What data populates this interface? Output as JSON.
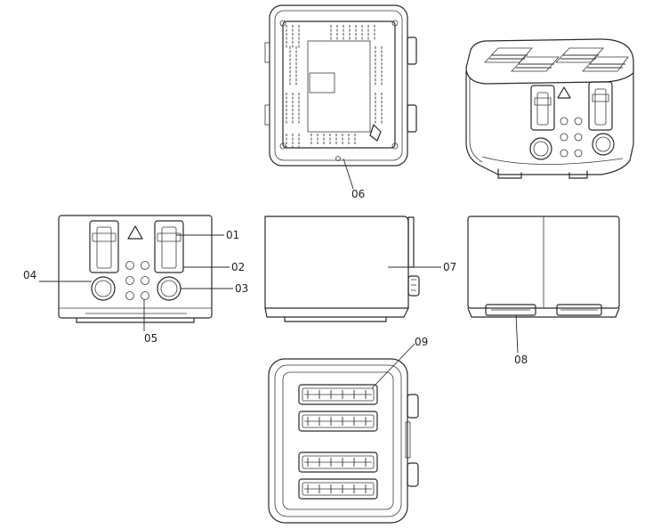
{
  "diagram": {
    "labels": {
      "l01": "01",
      "l02": "02",
      "l03": "03",
      "l04": "04",
      "l05": "05",
      "l06": "06",
      "l07": "07",
      "l08": "08",
      "l09": "09"
    }
  }
}
